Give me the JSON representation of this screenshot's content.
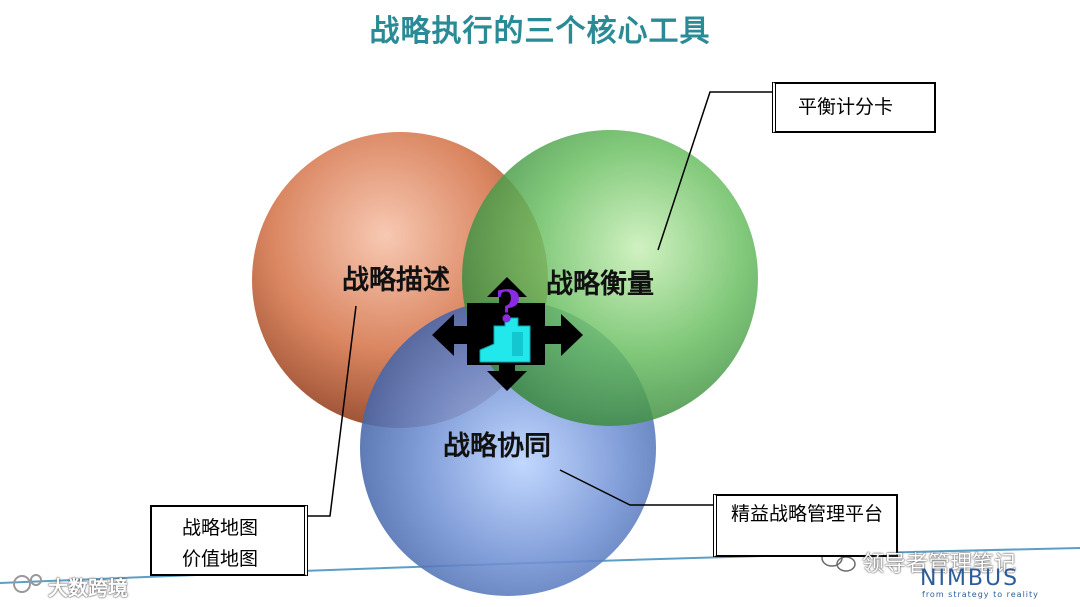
{
  "title": "战略执行的三个核心工具",
  "circles": {
    "describe": {
      "label": "战略描述",
      "color": "#c46a45"
    },
    "measure": {
      "label": "战略衡量",
      "color": "#3f9a44"
    },
    "align": {
      "label": "战略协同",
      "color": "#4d72b8"
    }
  },
  "callouts": {
    "scorecard": "平衡计分卡",
    "maps": [
      "战略地图",
      "价值地图"
    ],
    "platform": "精益战略管理平台"
  },
  "center_icon": {
    "glyph": "?",
    "name": "puzzle-question-icon"
  },
  "watermarks": {
    "left": "大数跨境",
    "right": "领导者管理笔记",
    "brand": "NIMBUS",
    "brand_tagline": "from strategy to reality"
  }
}
